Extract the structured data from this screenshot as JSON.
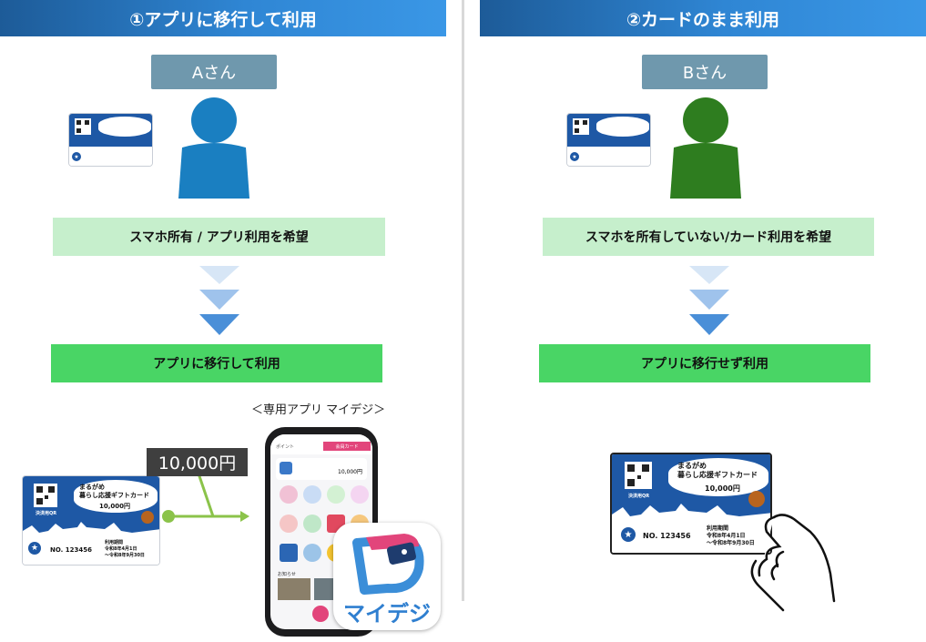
{
  "left": {
    "header": "①アプリに移行して利用",
    "person_label": "Aさん",
    "person_color": "#1a7fc1",
    "need": "スマホ所有 / アプリ利用を希望",
    "result": "アプリに移行して利用",
    "app_caption": "＜専用アプリ マイデジ＞",
    "amount_badge": "10,000円",
    "app_logo_text": "マイデジ"
  },
  "right": {
    "header": "②カードのまま利用",
    "person_label": "Bさん",
    "person_color": "#2e7d1f",
    "need": "スマホを所有していない/カード利用を希望",
    "result": "アプリに移行せず利用"
  },
  "card": {
    "city": "まるがめ",
    "title": "暮らし応援ギフトカード",
    "amount": "10,000円",
    "qr_label": "決済用QR",
    "number": "NO. 123456",
    "period_label": "利用期間",
    "period_start": "令和8年4月1日",
    "period_end": "～令和8年9月30日"
  },
  "phone": {
    "tab_point": "ポイント",
    "tab_other": "会員カード",
    "balance": "10,000円",
    "notice": "お知らせ"
  },
  "colors": {
    "header_start": "#1d5b98",
    "header_end": "#3a97e6",
    "light_green": "#c6efcc",
    "strong_green": "#49d565",
    "arrow_blue": "#4a90d9"
  }
}
